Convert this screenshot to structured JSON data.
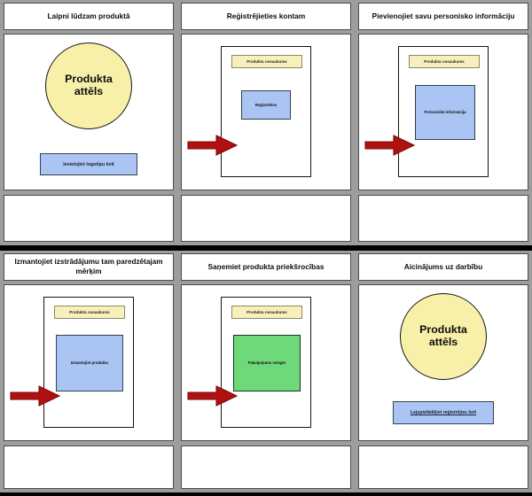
{
  "storyboard": {
    "title": "Product storyboard",
    "colors": {
      "frame_bg": "#9d9d9d",
      "panel_bg": "#ffffff",
      "circle_fill": "#f8f0a8",
      "blue_fill": "#aac4f3",
      "green_fill": "#6ed97b",
      "tag_fill": "#f7f0bd",
      "arrow_fill": "#b01010",
      "band": "#000000"
    },
    "panels": [
      {
        "id": "panel-welcome",
        "title": "Laipni lūdzam produktā",
        "art": "circle-and-logo",
        "circle_text_line1": "Produkta",
        "circle_text_line2": "attēls",
        "logo_slot_label": "Ievietojiet logotipu šeit",
        "has_arrow": false,
        "notes": ""
      },
      {
        "id": "panel-signup",
        "title": "Reģistrējieties kontam",
        "art": "device-screen",
        "name_tag": "Produkta nosaukums",
        "screen_label": "Reģistrēties",
        "screen_color": "blue",
        "screen_size": "small",
        "has_arrow": true,
        "notes": ""
      },
      {
        "id": "panel-personal-info",
        "title": "Pievienojiet savu personisko informāciju",
        "art": "device-screen",
        "name_tag": "Produkta nosaukums",
        "screen_label": "Personiskā informācija",
        "screen_color": "blue",
        "screen_size": "wide",
        "has_arrow": true,
        "notes": ""
      },
      {
        "id": "panel-use-product",
        "title": "Izmantojiet izstrādājumu tam paredzētajam mērķim",
        "art": "device-screen",
        "name_tag": "Produkta nosaukums",
        "screen_label": "Izmantojiet produktu",
        "screen_color": "blue",
        "screen_size": "wide2",
        "has_arrow": true,
        "notes": ""
      },
      {
        "id": "panel-benefits",
        "title": "Saņemiet produkta priekšrocības",
        "art": "device-screen",
        "name_tag": "Produkta nosaukums",
        "screen_label": "Pakalpojums sniegts",
        "screen_color": "green",
        "screen_size": "wide2",
        "has_arrow": true,
        "notes": ""
      },
      {
        "id": "panel-cta",
        "title": "Aicinājums uz darbību",
        "art": "circle-and-logo",
        "circle_text_line1": "Produkta",
        "circle_text_line2": "attēls",
        "logo_slot_label": "Lejupielādējiet reģistrējies šeit",
        "has_arrow": false,
        "notes": ""
      }
    ]
  }
}
